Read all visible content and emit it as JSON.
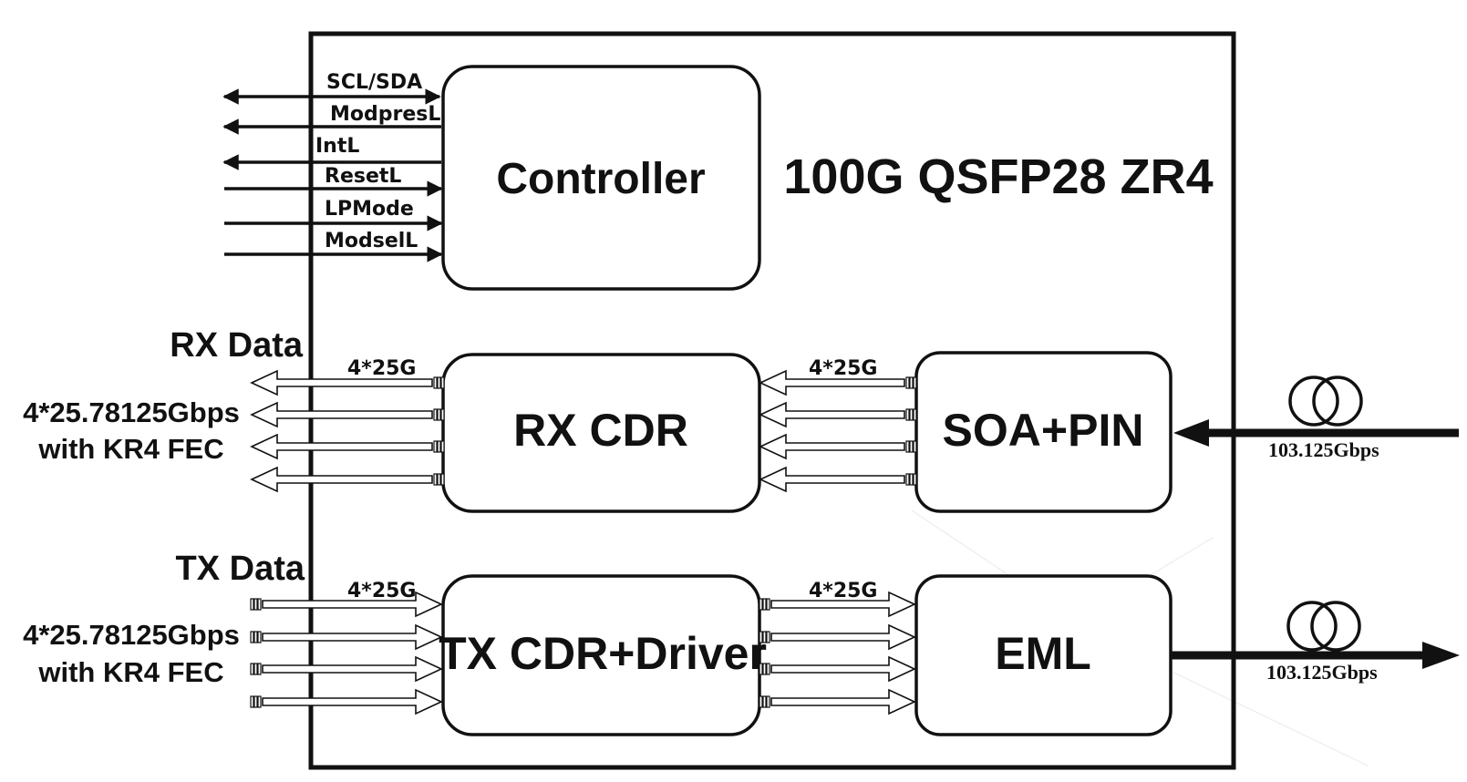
{
  "module": {
    "title": "100G QSFP28 ZR4"
  },
  "controller": {
    "label": "Controller",
    "signals": [
      {
        "name": "SCL/SDA",
        "direction": "bidirectional"
      },
      {
        "name": "ModpresL",
        "direction": "out"
      },
      {
        "name": "IntL",
        "direction": "out"
      },
      {
        "name": "ResetL",
        "direction": "in"
      },
      {
        "name": "LPMode",
        "direction": "in"
      },
      {
        "name": "ModselL",
        "direction": "in"
      }
    ]
  },
  "rx": {
    "block_label": "RX CDR",
    "detector_label": "SOA+PIN",
    "data_title": "RX Data",
    "rate_line1": "4*25.78125Gbps",
    "rate_line2": "with KR4 FEC",
    "lane_label_left": "4*25G",
    "lane_label_mid": "4*25G",
    "optical_rate": "103.125Gbps"
  },
  "tx": {
    "block_label": "TX CDR+Driver",
    "laser_label": "EML",
    "data_title": "TX Data",
    "rate_line1": "4*25.78125Gbps",
    "rate_line2": "with KR4 FEC",
    "lane_label_left": "4*25G",
    "lane_label_mid": "4*25G",
    "optical_rate": "103.125Gbps"
  }
}
